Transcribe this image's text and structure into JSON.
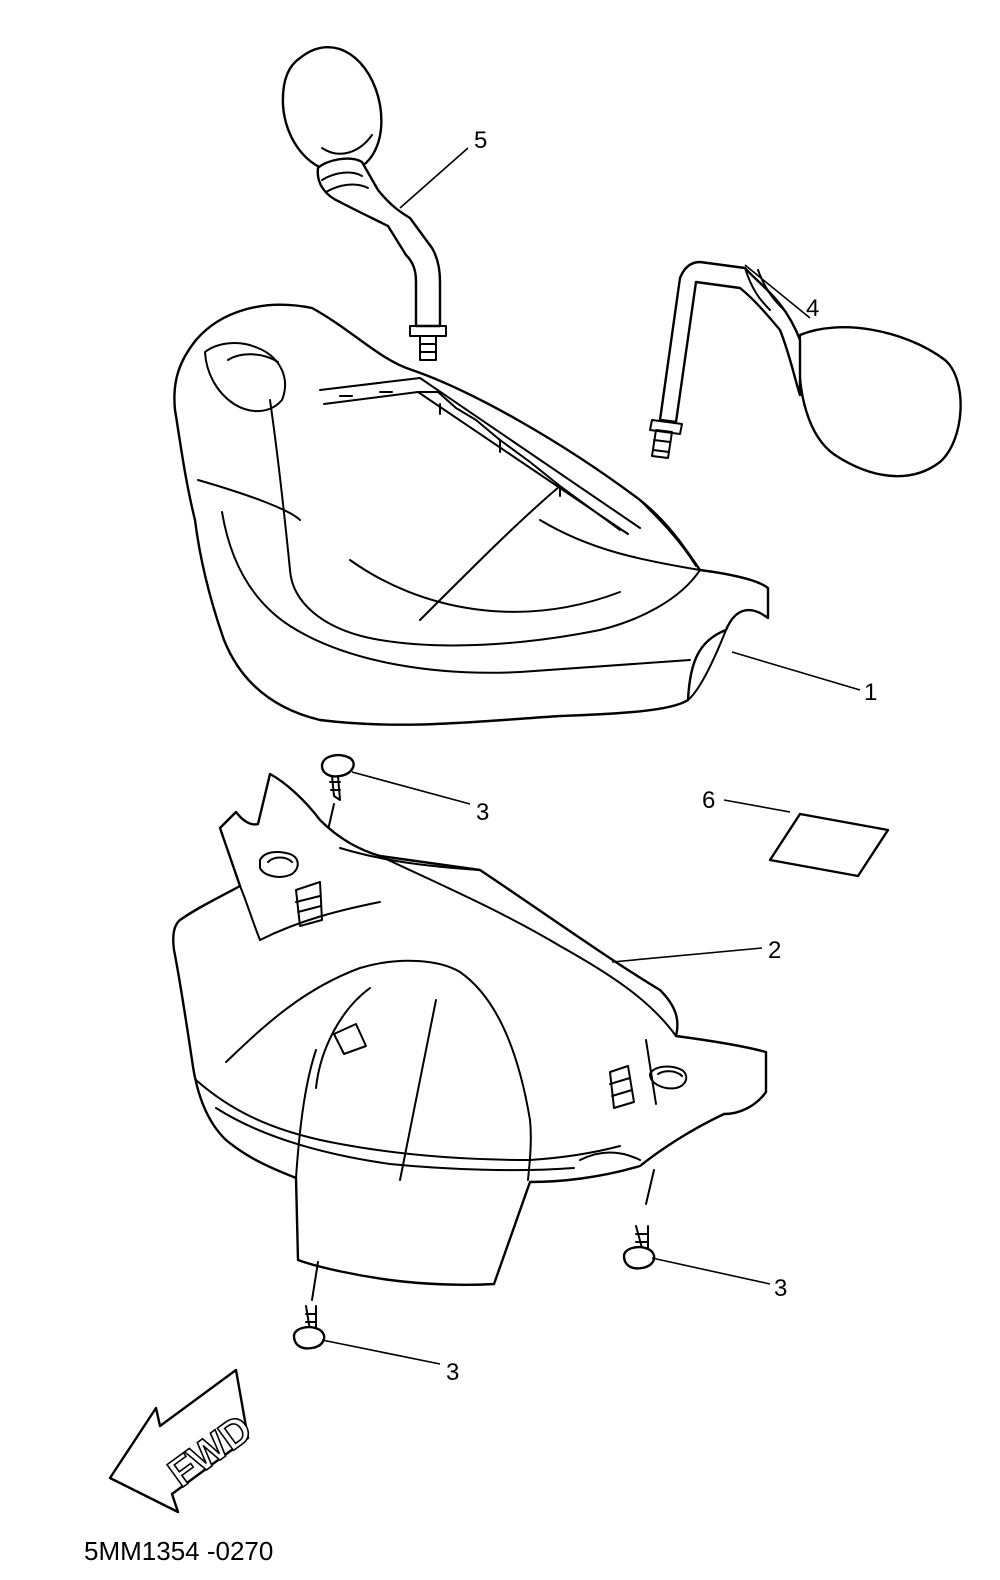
{
  "diagram": {
    "code": "5MM1354 -0270",
    "fwd_label": "FWD",
    "callouts": {
      "front_cover": "1",
      "rear_cover": "2",
      "screw_top": "3",
      "screw_right": "3",
      "screw_left": "3",
      "mirror_right": "4",
      "mirror_left": "5",
      "label": "6"
    }
  }
}
